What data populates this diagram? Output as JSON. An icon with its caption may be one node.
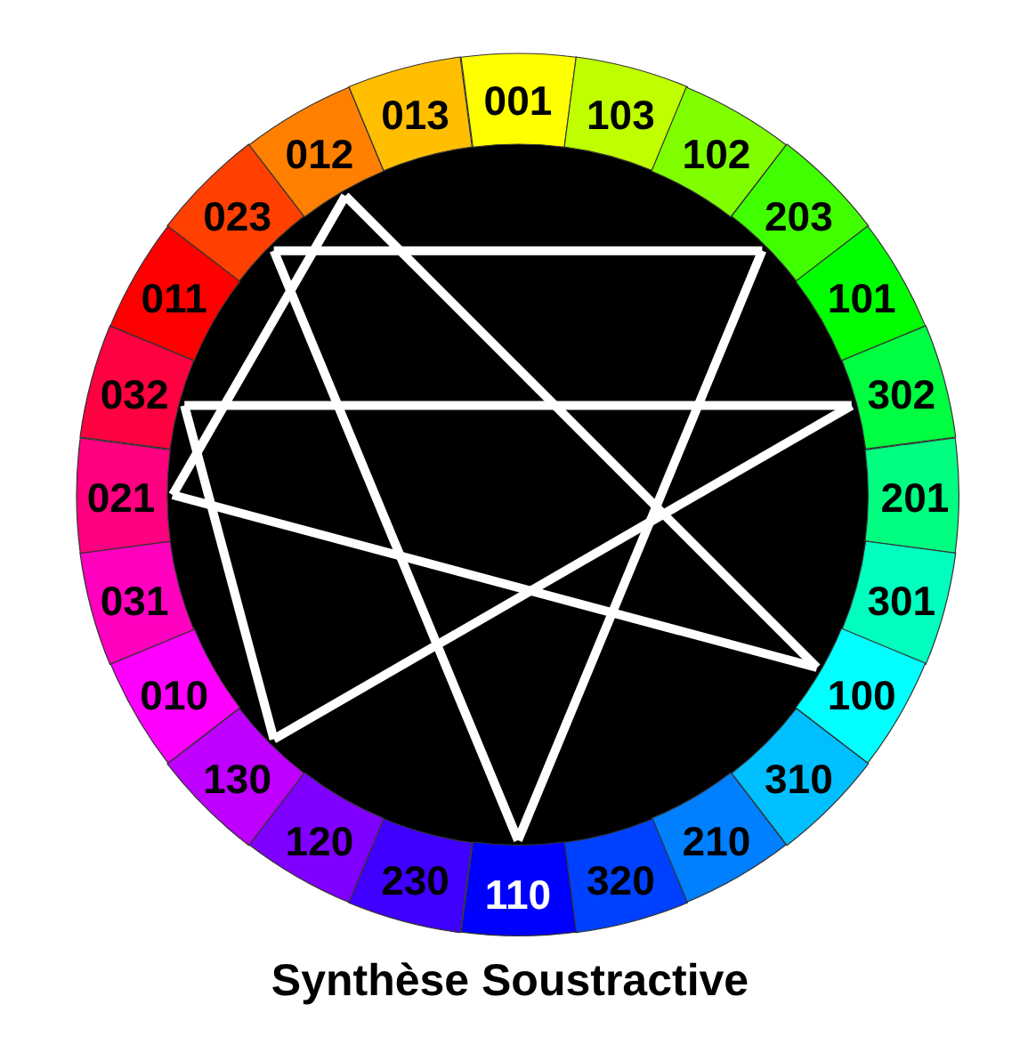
{
  "diagram": {
    "title": "Synthèse Soustractive",
    "nodes": [
      {
        "text": [
          "001"
        ]
      },
      {
        "text": [
          "103"
        ]
      },
      {
        "text": [
          "102"
        ]
      },
      {
        "text": [
          "203"
        ]
      },
      {
        "text": [
          "101"
        ]
      },
      {
        "text": [
          "302"
        ]
      },
      {
        "text": [
          "201"
        ]
      },
      {
        "text": [
          "301"
        ]
      },
      {
        "text": [
          "100"
        ]
      },
      {
        "text": [
          "310"
        ]
      },
      {
        "text": [
          "210"
        ]
      },
      {
        "text": [
          "320"
        ]
      },
      {
        "text": [
          "110"
        ]
      },
      {
        "text": [
          "230"
        ]
      },
      {
        "text": [
          "120"
        ]
      },
      {
        "text": [
          "130"
        ]
      },
      {
        "text": [
          "010"
        ]
      },
      {
        "text": [
          "031"
        ]
      },
      {
        "text": [
          "021"
        ]
      },
      {
        "text": [
          "032"
        ]
      },
      {
        "text": [
          "011"
        ]
      },
      {
        "text": [
          "023"
        ]
      },
      {
        "text": [
          "012"
        ]
      },
      {
        "text": [
          "013"
        ]
      }
    ],
    "edges": [
      {
        "from": 21,
        "to": 3,
        "arrow": "none"
      },
      {
        "from": 3,
        "to": 12,
        "arrow": "none"
      },
      {
        "from": 12,
        "to": 21,
        "arrow": "none"
      },
      {
        "from": 22,
        "to": 8,
        "arrow": "none"
      },
      {
        "from": 8,
        "to": 18,
        "arrow": "none"
      },
      {
        "from": 18,
        "to": 22,
        "arrow": "none"
      },
      {
        "from": 15,
        "to": 5,
        "arrow": "none"
      },
      {
        "from": 5,
        "to": 19,
        "arrow": "none"
      },
      {
        "from": 19,
        "to": 15,
        "arrow": "none"
      }
    ]
  }
}
